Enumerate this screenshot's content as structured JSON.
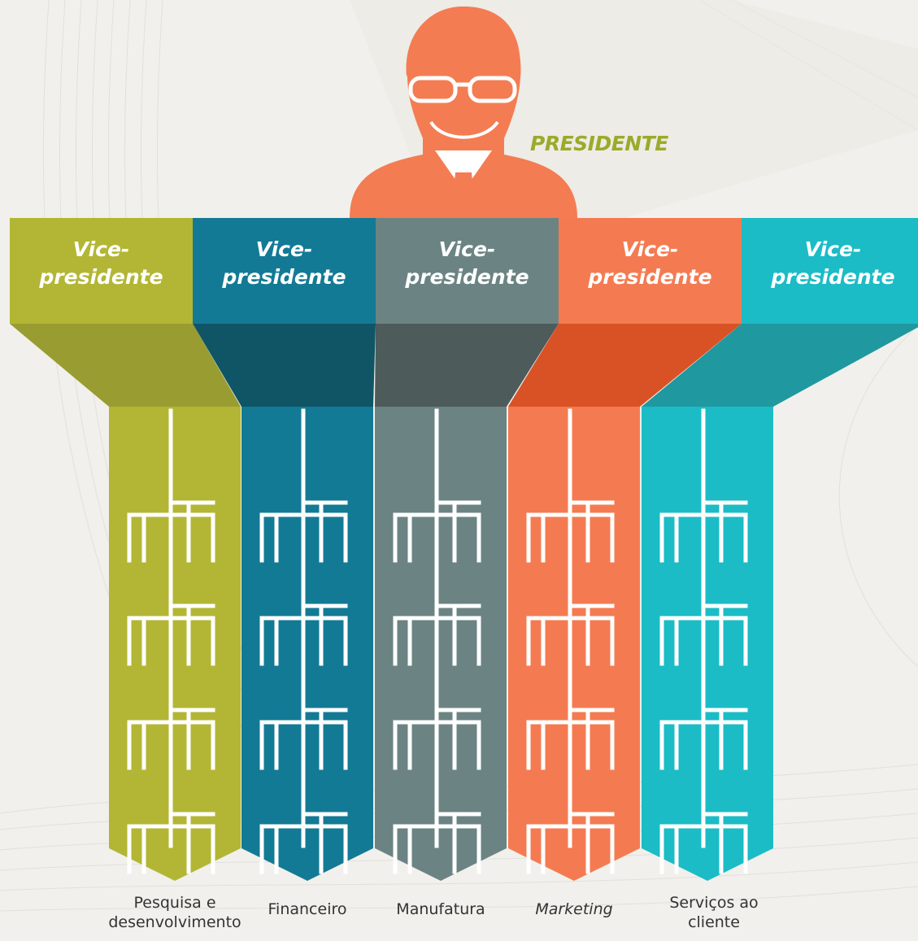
{
  "president": {
    "title": "PRESIDENTE",
    "icon": "person-with-glasses-icon",
    "color": "#f47c52",
    "title_color": "#9aab2a"
  },
  "columns": [
    {
      "vp_line1": "Vice-",
      "vp_line2": "presidente",
      "department": "Pesquisa e desenvolvimento",
      "department_italic": false,
      "color": "#b3b634",
      "shade": "#999c30"
    },
    {
      "vp_line1": "Vice-",
      "vp_line2": "presidente",
      "department": "Financeiro",
      "department_italic": false,
      "color": "#137a95",
      "shade": "#0f5565"
    },
    {
      "vp_line1": "Vice-",
      "vp_line2": "presidente",
      "department": "Manufatura",
      "department_italic": false,
      "color": "#6b8483",
      "shade": "#4d5b5b"
    },
    {
      "vp_line1": "Vice-",
      "vp_line2": "presidente",
      "department": "Marketing",
      "department_italic": true,
      "color": "#f47b51",
      "shade": "#d95226"
    },
    {
      "vp_line1": "Vice-",
      "vp_line2": "presidente",
      "department": "Serviços ao cliente",
      "department_italic": false,
      "color": "#1bbcc6",
      "shade": "#1f999f"
    }
  ]
}
